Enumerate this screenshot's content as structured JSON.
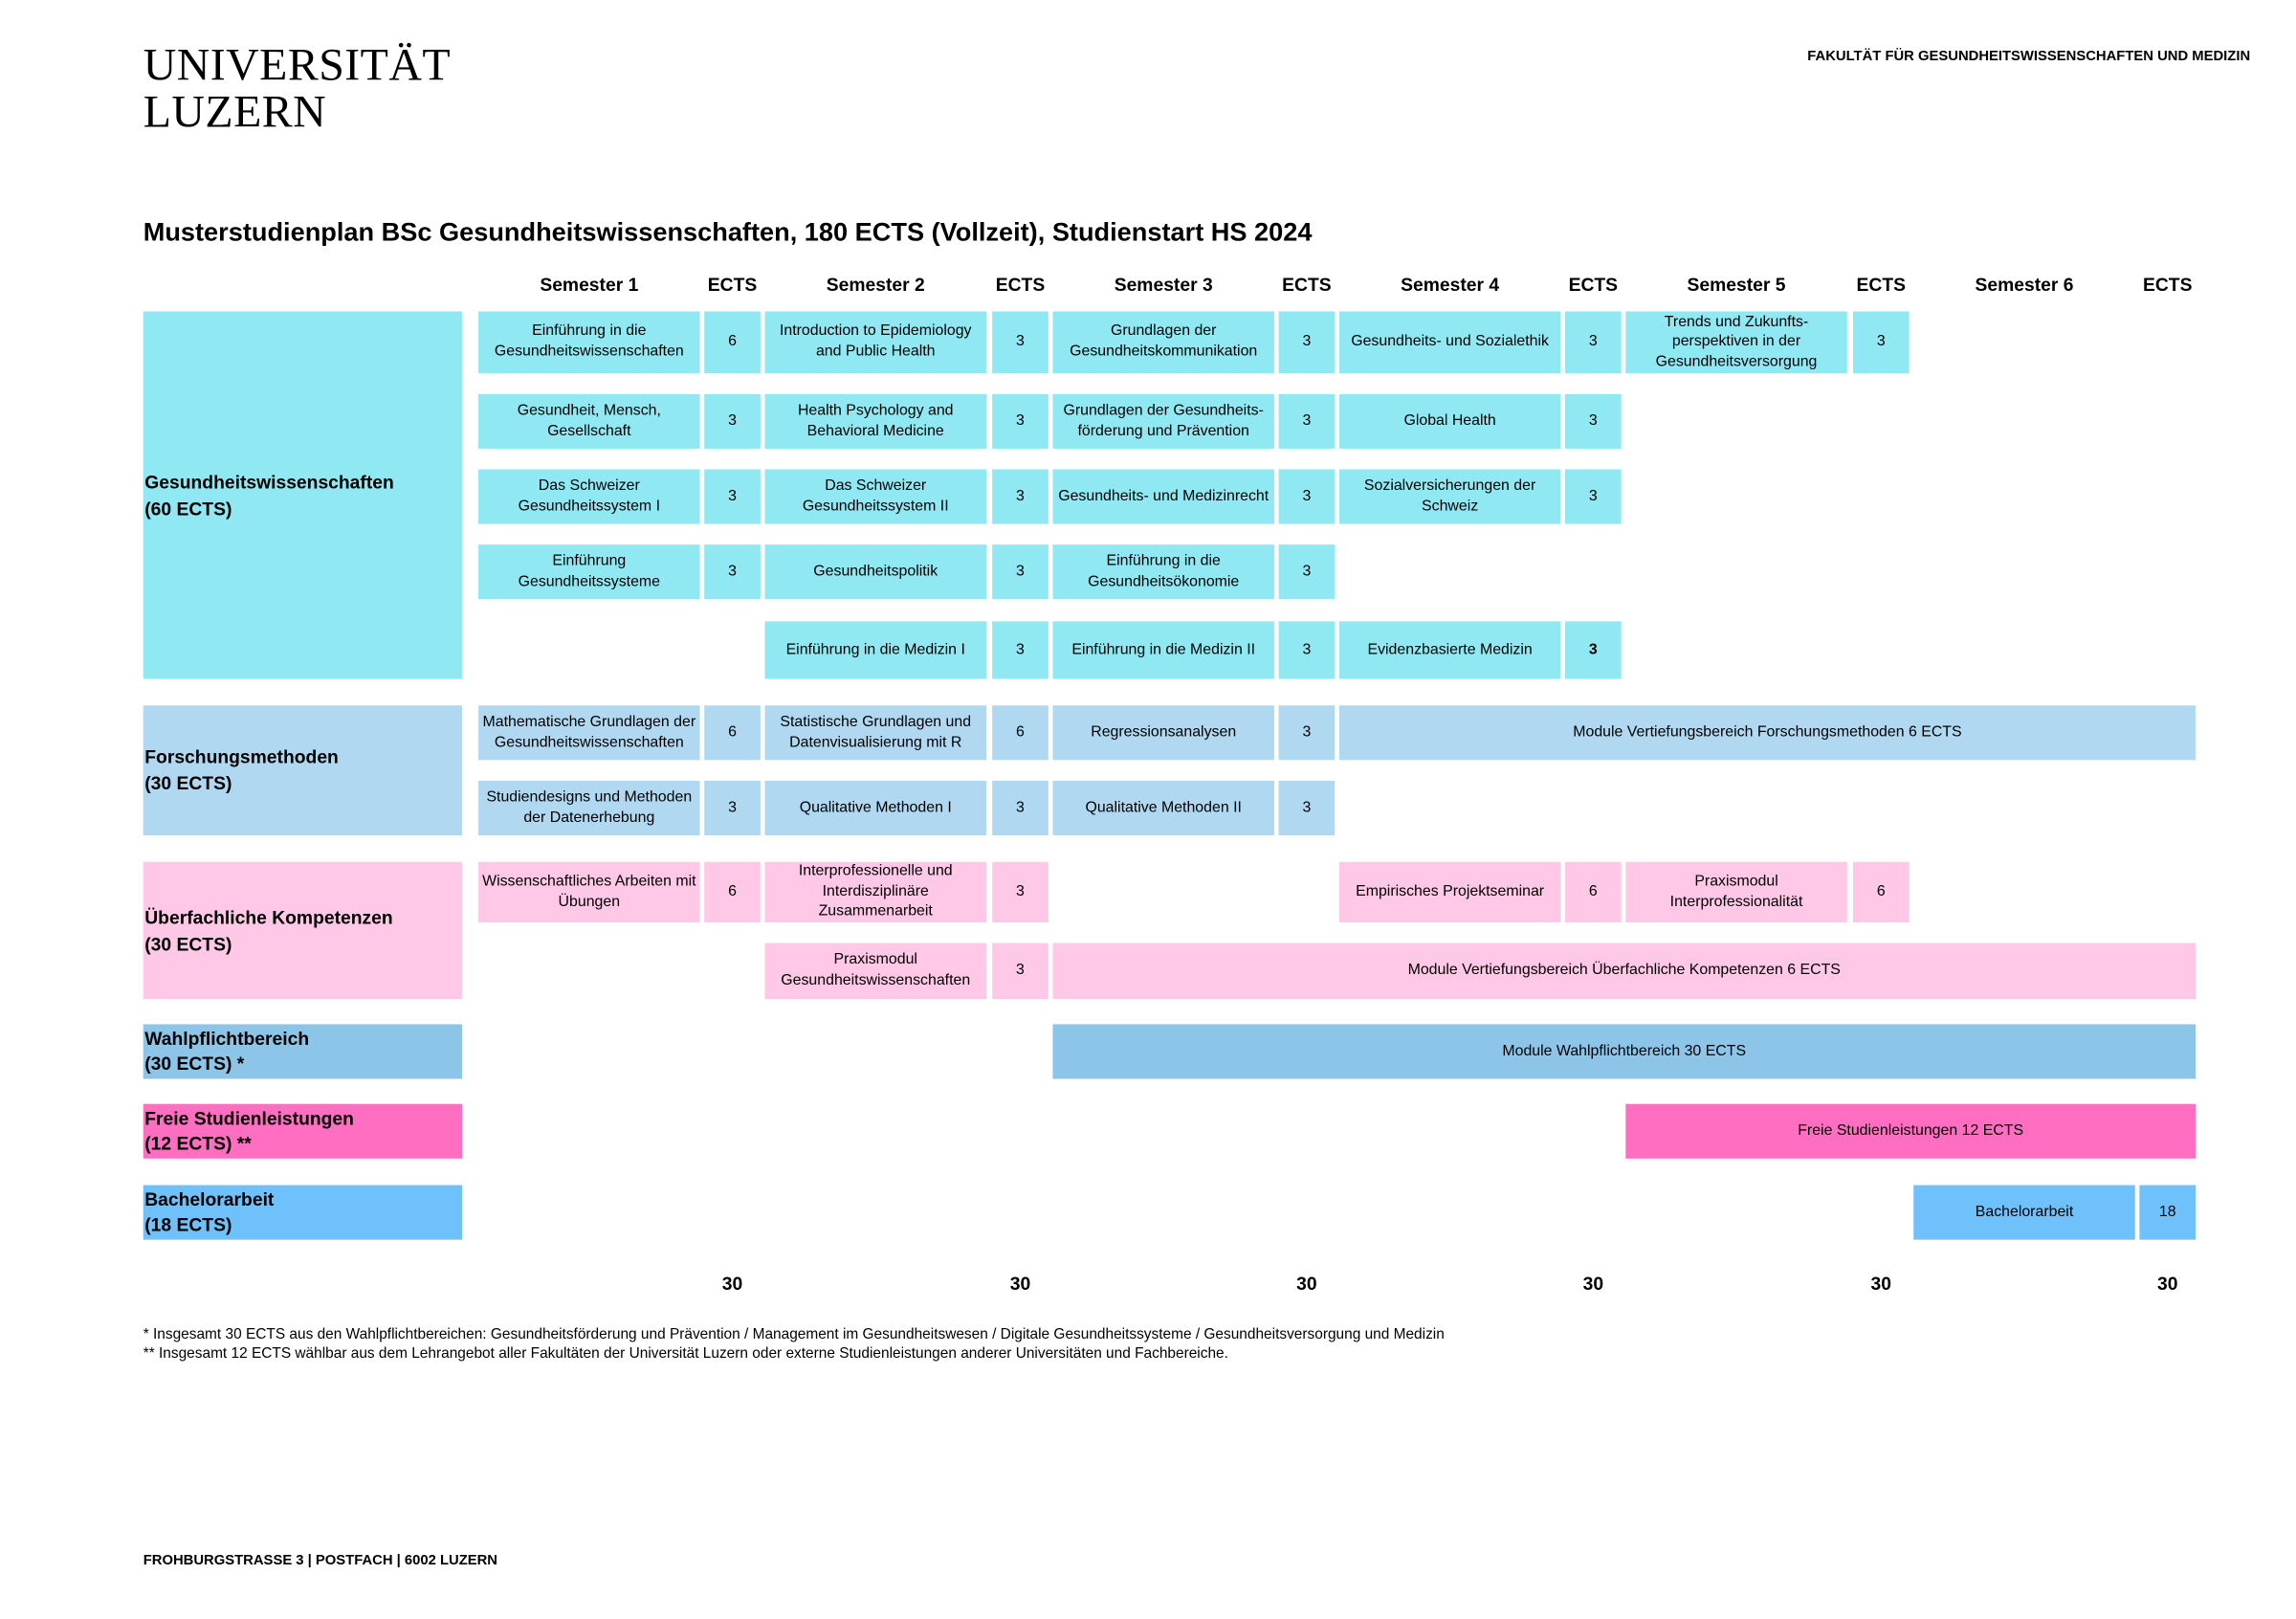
{
  "header": {
    "logo_line1": "UNIVERSITÄT",
    "logo_line2": "LUZERN",
    "faculty": "FAKULTÄT FÜR GESUNDHEITSWISSENSCHAFTEN UND MEDIZIN"
  },
  "title": "Musterstudienplan BSc Gesundheitswissenschaften, 180 ECTS (Vollzeit), Studienstart HS 2024",
  "columns": [
    "Semester 1",
    "ECTS",
    "Semester 2",
    "ECTS",
    "Semester 3",
    "ECTS",
    "Semester 4",
    "ECTS",
    "Semester 5",
    "ECTS",
    "Semester 6",
    "ECTS"
  ],
  "categories": {
    "gw": {
      "label": "Gesundheitswissenschaften",
      "ects": "(60 ECTS)"
    },
    "fm": {
      "label": "Forschungsmethoden",
      "ects": "(30 ECTS)"
    },
    "uk": {
      "label": "Überfachliche Kompetenzen",
      "ects": "(30 ECTS)"
    },
    "wahl": {
      "label": "Wahlpflichtbereich",
      "ects": "(30 ECTS) *"
    },
    "freie": {
      "label": "Freie Studienleistungen",
      "ects": "(12 ECTS) **"
    },
    "ba": {
      "label": "Bachelorarbeit",
      "ects": "(18 ECTS)"
    }
  },
  "modules": {
    "gw": [
      {
        "name": "Einführung in die Gesundheitswissenschaften",
        "ects": "6"
      },
      {
        "name": "Introduction to Epidemiology and Public Health",
        "ects": "3"
      },
      {
        "name": "Grundlagen der Gesundheitskommunikation",
        "ects": "3"
      },
      {
        "name": "Gesundheits- und Sozialethik",
        "ects": "3"
      },
      {
        "name": "Trends und Zukunfts-perspektiven in der Gesundheitsversorgung",
        "ects": "3"
      },
      {
        "name": "Gesundheit, Mensch, Gesellschaft",
        "ects": "3"
      },
      {
        "name": "Health Psychology and Behavioral Medicine",
        "ects": "3"
      },
      {
        "name": "Grundlagen der Gesundheits-förderung und Prävention",
        "ects": "3"
      },
      {
        "name": "Global Health",
        "ects": "3"
      },
      {
        "name": "Das Schweizer Gesundheitssystem I",
        "ects": "3"
      },
      {
        "name": "Das Schweizer Gesundheitssystem II",
        "ects": "3"
      },
      {
        "name": "Gesundheits- und Medizinrecht",
        "ects": "3"
      },
      {
        "name": "Sozialversicherungen der Schweiz",
        "ects": "3"
      },
      {
        "name": "Einführung Gesundheitssysteme",
        "ects": "3"
      },
      {
        "name": "Gesundheitspolitik",
        "ects": "3"
      },
      {
        "name": "Einführung in die Gesundheitsökonomie",
        "ects": "3"
      },
      {
        "name": "Einführung in die Medizin I",
        "ects": "3"
      },
      {
        "name": "Einführung in die Medizin II",
        "ects": "3"
      },
      {
        "name": "Evidenzbasierte Medizin",
        "ects": "3"
      }
    ],
    "fm": [
      {
        "name": "Mathematische Grundlagen der Gesundheitswissenschaften",
        "ects": "6"
      },
      {
        "name": "Statistische Grundlagen und Datenvisualisierung mit R",
        "ects": "6"
      },
      {
        "name": "Regressionsanalysen",
        "ects": "3"
      },
      {
        "name": "Module Vertiefungsbereich Forschungsmethoden 6 ECTS"
      },
      {
        "name": "Studiendesigns und Methoden der Datenerhebung",
        "ects": "3"
      },
      {
        "name": "Qualitative Methoden I",
        "ects": "3"
      },
      {
        "name": "Qualitative Methoden II",
        "ects": "3"
      }
    ],
    "uk": [
      {
        "name": "Wissenschaftliches Arbeiten mit Übungen",
        "ects": "6"
      },
      {
        "name": "Interprofessionelle und Interdisziplinäre Zusammenarbeit",
        "ects": "3"
      },
      {
        "name": "Empirisches Projektseminar",
        "ects": "6"
      },
      {
        "name": "Praxismodul Interprofessionalität",
        "ects": "6"
      },
      {
        "name": "Praxismodul Gesundheitswissenschaften",
        "ects": "3"
      },
      {
        "name": "Module Vertiefungsbereich Überfachliche Kompetenzen 6 ECTS"
      }
    ],
    "wahl": [
      {
        "name": "Module Wahlpflichtbereich 30 ECTS"
      }
    ],
    "freie": [
      {
        "name": "Freie Studienleistungen 12 ECTS"
      }
    ],
    "ba": [
      {
        "name": "Bachelorarbeit",
        "ects": "18"
      }
    ]
  },
  "totals": [
    "30",
    "30",
    "30",
    "30",
    "30",
    "30"
  ],
  "footnotes": [
    "* Insgesamt 30 ECTS aus den Wahlpflichtbereichen: Gesundheitsförderung und Prävention / Management im Gesundheitswesen / Digitale Gesundheitssysteme / Gesundheitsversorgung und Medizin",
    "** Insgesamt 12 ECTS wählbar aus dem Lehrangebot aller Fakultäten der Universität Luzern oder externe Studienleistungen anderer Universitäten und Fachbereiche."
  ],
  "footer": "FROHBURGSTRASSE 3 | POSTFACH | 6002 LUZERN"
}
